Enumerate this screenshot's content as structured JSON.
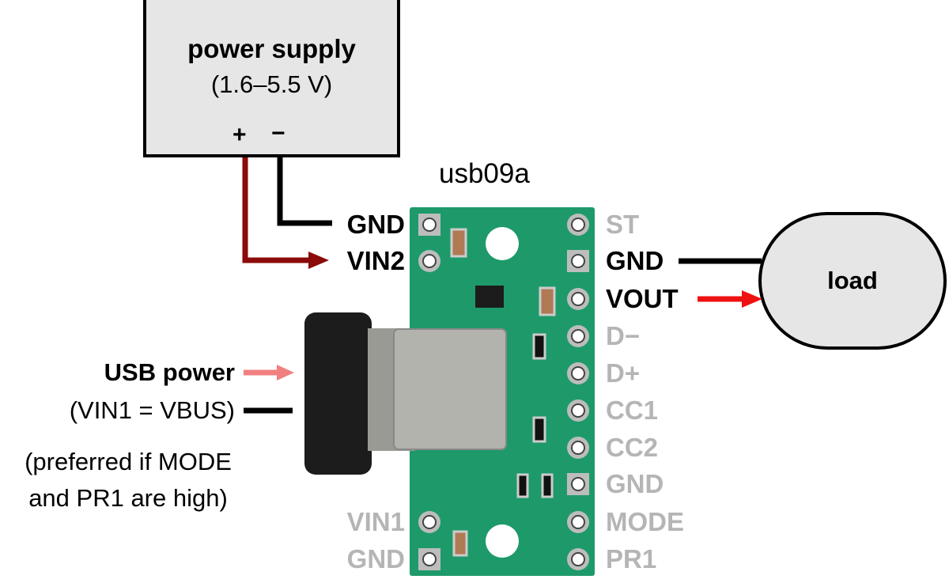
{
  "power_supply": {
    "title": "power supply",
    "range": "(1.6–5.5 V)",
    "plus": "+",
    "minus": "−"
  },
  "board_name": "usb09a",
  "left_pins": [
    {
      "label": "GND",
      "active": true
    },
    {
      "label": "VIN2",
      "active": true
    },
    {
      "label": "VIN1",
      "active": false
    },
    {
      "label": "GND",
      "active": false
    }
  ],
  "right_pins": [
    {
      "label": "ST",
      "active": false
    },
    {
      "label": "GND",
      "active": true
    },
    {
      "label": "VOUT",
      "active": true
    },
    {
      "label": "D−",
      "active": false
    },
    {
      "label": "D+",
      "active": false
    },
    {
      "label": "CC1",
      "active": false
    },
    {
      "label": "CC2",
      "active": false
    },
    {
      "label": "GND",
      "active": false
    },
    {
      "label": "MODE",
      "active": false
    },
    {
      "label": "PR1",
      "active": false
    }
  ],
  "load": {
    "label": "load"
  },
  "usb": {
    "title": "USB power",
    "subtitle": "(VIN1 = VBUS)",
    "note_line1": "(preferred if MODE",
    "note_line2": "and PR1 are high)"
  },
  "colors": {
    "vin2_wire": "#8b0a0a",
    "vout_arrow": "#ee1111",
    "usb_arrow": "#f08080",
    "board": "#1e9a6a",
    "inactive_label": "#b5b5b5"
  }
}
